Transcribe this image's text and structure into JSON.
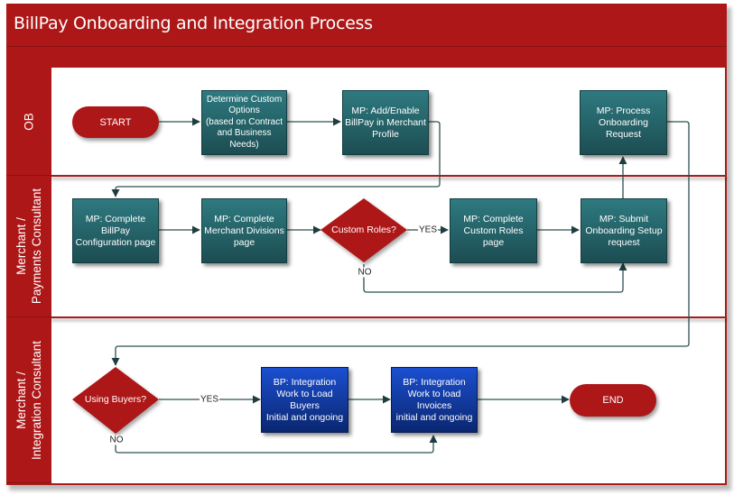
{
  "title": "BillPay Onboarding and Integration Process",
  "colors": {
    "frame_red": "#ae1717",
    "process_teal": "#236168",
    "process_blue": "#0f3aa8",
    "connector": "#2f4f52"
  },
  "lanes": [
    {
      "id": "ob",
      "label": "OB"
    },
    {
      "id": "merchant-payments",
      "label": "Merchant /\nPayments Consultant"
    },
    {
      "id": "merchant-integration",
      "label": "Merchant /\nIntegration Consultant"
    }
  ],
  "nodes": {
    "start": {
      "type": "terminator",
      "label": "START",
      "lane": "ob"
    },
    "determine_options": {
      "type": "process",
      "label": "Determine Custom\nOptions\n(based on Contract\nand Business\nNeeds)",
      "lane": "ob"
    },
    "add_enable_billpay": {
      "type": "process",
      "label": "MP: Add/Enable\nBillPay in Merchant\nProfile",
      "lane": "ob"
    },
    "process_onboarding": {
      "type": "process",
      "label": "MP: Process\nOnboarding\nRequest",
      "lane": "ob"
    },
    "complete_billpay_config": {
      "type": "process",
      "label": "MP: Complete\nBillPay\nConfiguration page",
      "lane": "merchant-payments"
    },
    "complete_divisions": {
      "type": "process",
      "label": "MP: Complete\nMerchant Divisions\npage",
      "lane": "merchant-payments"
    },
    "custom_roles_decision": {
      "type": "decision",
      "label": "Custom Roles?",
      "lane": "merchant-payments"
    },
    "complete_custom_roles": {
      "type": "process",
      "label": "MP: Complete\nCustom Roles page",
      "lane": "merchant-payments"
    },
    "submit_onboarding": {
      "type": "process",
      "label": "MP: Submit\nOnboarding Setup\nrequest",
      "lane": "merchant-payments"
    },
    "using_buyers_decision": {
      "type": "decision",
      "label": "Using Buyers?",
      "lane": "merchant-integration"
    },
    "load_buyers": {
      "type": "process-blue",
      "label": "BP: Integration\nWork to Load\nBuyers\nInitial and ongoing",
      "lane": "merchant-integration"
    },
    "load_invoices": {
      "type": "process-blue",
      "label": "BP: Integration\nWork to load\nInvoices\ninitial and ongoing",
      "lane": "merchant-integration"
    },
    "end": {
      "type": "terminator",
      "label": "END",
      "lane": "merchant-integration"
    }
  },
  "edges": [
    {
      "from": "start",
      "to": "determine_options",
      "label": ""
    },
    {
      "from": "determine_options",
      "to": "add_enable_billpay",
      "label": ""
    },
    {
      "from": "add_enable_billpay",
      "to": "complete_billpay_config",
      "label": ""
    },
    {
      "from": "complete_billpay_config",
      "to": "complete_divisions",
      "label": ""
    },
    {
      "from": "complete_divisions",
      "to": "custom_roles_decision",
      "label": ""
    },
    {
      "from": "custom_roles_decision",
      "to": "complete_custom_roles",
      "label": "YES"
    },
    {
      "from": "custom_roles_decision",
      "to": "submit_onboarding",
      "label": "NO"
    },
    {
      "from": "complete_custom_roles",
      "to": "submit_onboarding",
      "label": ""
    },
    {
      "from": "submit_onboarding",
      "to": "process_onboarding",
      "label": ""
    },
    {
      "from": "process_onboarding",
      "to": "using_buyers_decision",
      "label": ""
    },
    {
      "from": "using_buyers_decision",
      "to": "load_buyers",
      "label": "YES"
    },
    {
      "from": "using_buyers_decision",
      "to": "load_invoices",
      "label": "NO"
    },
    {
      "from": "load_buyers",
      "to": "load_invoices",
      "label": ""
    },
    {
      "from": "load_invoices",
      "to": "end",
      "label": ""
    }
  ]
}
